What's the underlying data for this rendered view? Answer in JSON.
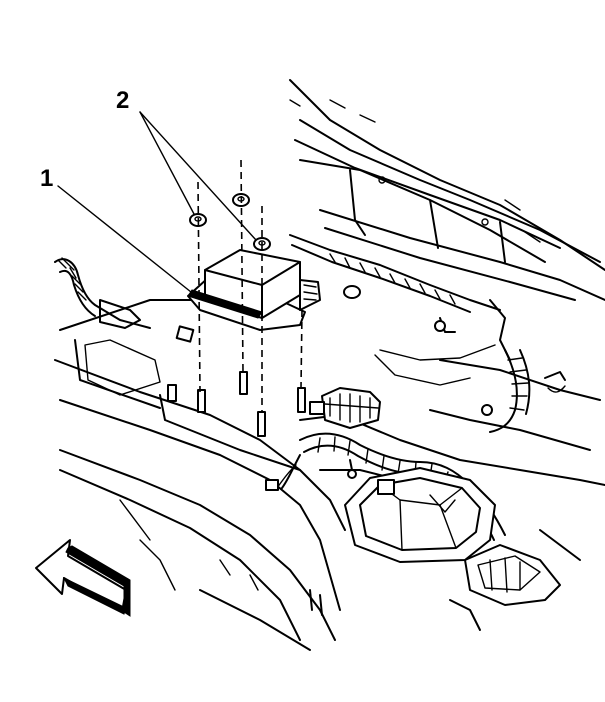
{
  "callouts": [
    {
      "id": "1",
      "label": "1"
    },
    {
      "id": "2",
      "label": "2"
    }
  ],
  "icons": {
    "direction_arrow": "forward-direction-arrow-icon"
  },
  "colors": {
    "line": "#000000",
    "background": "#ffffff"
  }
}
